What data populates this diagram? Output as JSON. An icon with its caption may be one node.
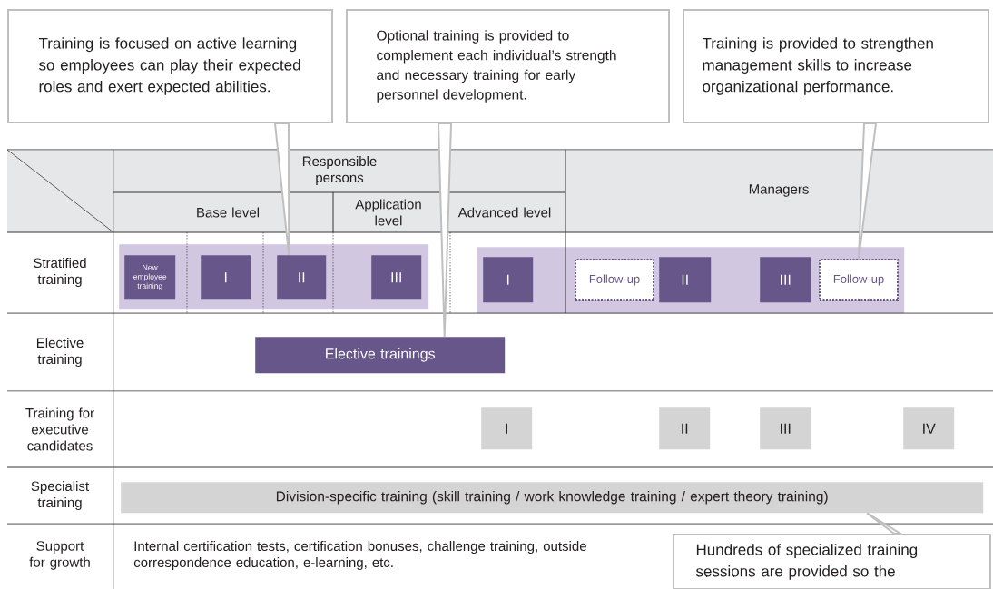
{
  "diagram": {
    "nodes": [
      {
        "text": [
          "Training is focused on active learning so employees can play their expected roles and exert expected abilities."
        ]
      },
      {
        "text": [
          "Optional training is provided to complement each individual’s strength and necessary training for early personnel development."
        ]
      },
      {
        "text": [
          "Training is provided to strengthen management skills to increase organizational performance."
        ]
      },
      {
        "text": [],
        "shape": "box"
      },
      {
        "text": [
          "New employee training"
        ],
        "in": 3
      },
      {
        "text": [
          "I"
        ],
        "in": 3
      },
      {
        "text": [
          "II"
        ],
        "in": 3
      },
      {
        "text": [
          "III"
        ],
        "in": 3
      },
      {
        "text": [],
        "shape": "box"
      },
      {
        "text": [
          "I"
        ],
        "in": 8
      },
      {
        "text": [
          "Follow-up"
        ],
        "in": 8
      },
      {
        "text": [
          "II"
        ],
        "in": 8
      },
      {
        "text": [
          "III"
        ],
        "in": 8
      },
      {
        "text": [
          "Follow-up"
        ],
        "in": 8
      },
      {
        "text": [
          "Elective trainings"
        ]
      },
      {
        "text": [
          "I"
        ]
      },
      {
        "text": [
          "II"
        ]
      },
      {
        "text": [
          "III"
        ]
      },
      {
        "text": [
          "IV"
        ]
      },
      {
        "text": [
          "Division-specific training (skill training / work knowledge training / expert theory training)"
        ]
      },
      {
        "text": [
          "Hundreds of specialized training sessions are provided so the"
        ]
      }
    ],
    "edges": [
      {
        "from": 0,
        "to": 6,
        "arrow": "none"
      },
      {
        "from": 1,
        "to": 14,
        "arrow": "none"
      },
      {
        "from": 2,
        "to": 13,
        "arrow": "none"
      },
      {
        "from": 20,
        "to": 19,
        "arrow": "none"
      }
    ],
    "labels": [
      "Responsible persons",
      "Base level",
      "Application level",
      "Advanced level",
      "Managers",
      "Stratified training",
      "Elective training",
      "Training for executive candidates",
      "Specialist training",
      "Support for growth",
      "Internal certification tests, certification bonuses, challenge training, outside correspondence education, e-learning, etc."
    ]
  }
}
